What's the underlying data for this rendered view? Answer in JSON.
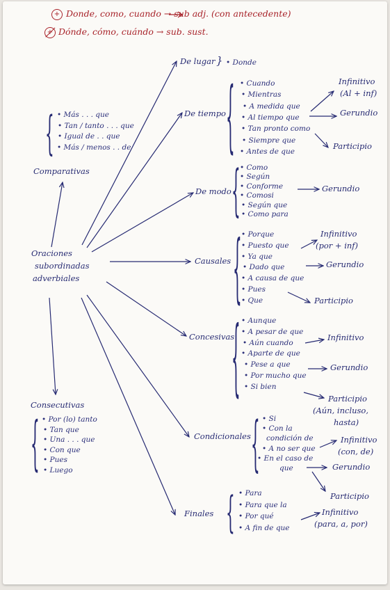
{
  "header": {
    "line1_symbol": "+",
    "line1": "Donde, como, cuando → sub adj. (con antecedente)",
    "line2_symbol": "+",
    "line2": "Dónde, cómo, cuándo → sub. sust."
  },
  "center": [
    "Oraciones",
    "subordinadas",
    "adverbiales"
  ],
  "lugar": {
    "title": "De lugar",
    "brace": "}",
    "item": "• Donde"
  },
  "tiempo": {
    "title": "De tiempo",
    "items": [
      "• Cuando",
      "• Mientras",
      "• A medida que",
      "• Al tiempo que",
      "• Tan pronto como",
      "• Siempre que",
      "• Antes de que"
    ],
    "r1": [
      "Infinitivo",
      "(Al + inf)"
    ],
    "r2": "Gerundio",
    "r3": "Participio"
  },
  "comparativas": {
    "title": "Comparativas",
    "items": [
      "• Más . . . que",
      "• Tan / tanto . . . que",
      "• Igual de . . que",
      "• Más / menos . . de"
    ]
  },
  "modo": {
    "title": "De modo",
    "items": [
      "• Como",
      "• Según",
      "• Conforme",
      "• Comosi",
      "• Según que",
      "• Como para"
    ],
    "r1": "Gerundio"
  },
  "causales": {
    "title": "Causales",
    "items": [
      "• Porque",
      "• Puesto que",
      "• Ya que",
      "• Dado que",
      "• A causa de que",
      "• Pues",
      "• Que"
    ],
    "r1": [
      "Infinitivo",
      "(por + inf)"
    ],
    "r2": "Gerundio",
    "r3": "Participio"
  },
  "concesivas": {
    "title": "Concesivas",
    "items": [
      "• Aunque",
      "• A pesar de que",
      "• Aún cuando",
      "• Aparte de que",
      "• Pese a que",
      "• Por mucho que",
      "• Si bien"
    ],
    "r1": "Infinitivo",
    "r2": "Gerundio",
    "r3": [
      "Participio",
      "(Aún, incluso,",
      "hasta)"
    ]
  },
  "consecutivas": {
    "title": "Consecutivas",
    "items": [
      "• Por (lo) tanto",
      "• Tan que",
      "• Una . . . que",
      "• Con que",
      "• Pues",
      "• Luego"
    ]
  },
  "condicionales": {
    "title": "Condicionales",
    "items": [
      "• Si",
      "• Con la",
      "condición de",
      "• A no ser que",
      "• En el caso de",
      "que"
    ],
    "r1": [
      "Infinitivo",
      "(con, de)"
    ],
    "r2": "Gerundio",
    "r3": "Participio"
  },
  "finales": {
    "title": "Finales",
    "items": [
      "• Para",
      "• Para que la",
      "• Por qué",
      "• A fin de que"
    ],
    "r1": [
      "Infinitivo",
      "(para, a, por)"
    ]
  },
  "colors": {
    "ink": "#262a72",
    "red": "#a8232a",
    "paper": "#fbfaf7"
  }
}
